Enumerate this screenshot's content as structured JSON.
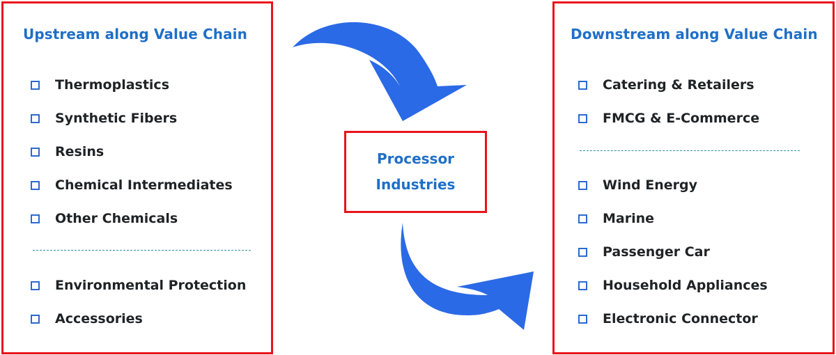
{
  "upstream": {
    "title": "Upstream along Value Chain",
    "items": [
      "Thermoplastics",
      "Synthetic Fibers",
      "Resins",
      "Chemical Intermediates",
      "Other Chemicals",
      "Environmental Protection",
      "Accessories"
    ]
  },
  "processor": {
    "line1": "Processor",
    "line2": "Industries"
  },
  "downstream": {
    "title": "Downstream along Value Chain",
    "items": [
      "Catering & Retailers",
      "FMCG & E-Commerce",
      "Wind Energy",
      "Marine",
      "Passenger Car",
      "Household Appliances",
      "Electronic Connector"
    ]
  },
  "colors": {
    "border": "#e8141b",
    "title": "#1f6fc7",
    "bullet": "#2a6ad0",
    "text": "#1f2326",
    "arrow": "#2b6ae6",
    "divider": "#2c8fa6"
  },
  "icons": {
    "arrow_top": "curved-arrow-down-right-icon",
    "arrow_bottom": "curved-arrow-up-right-icon"
  }
}
